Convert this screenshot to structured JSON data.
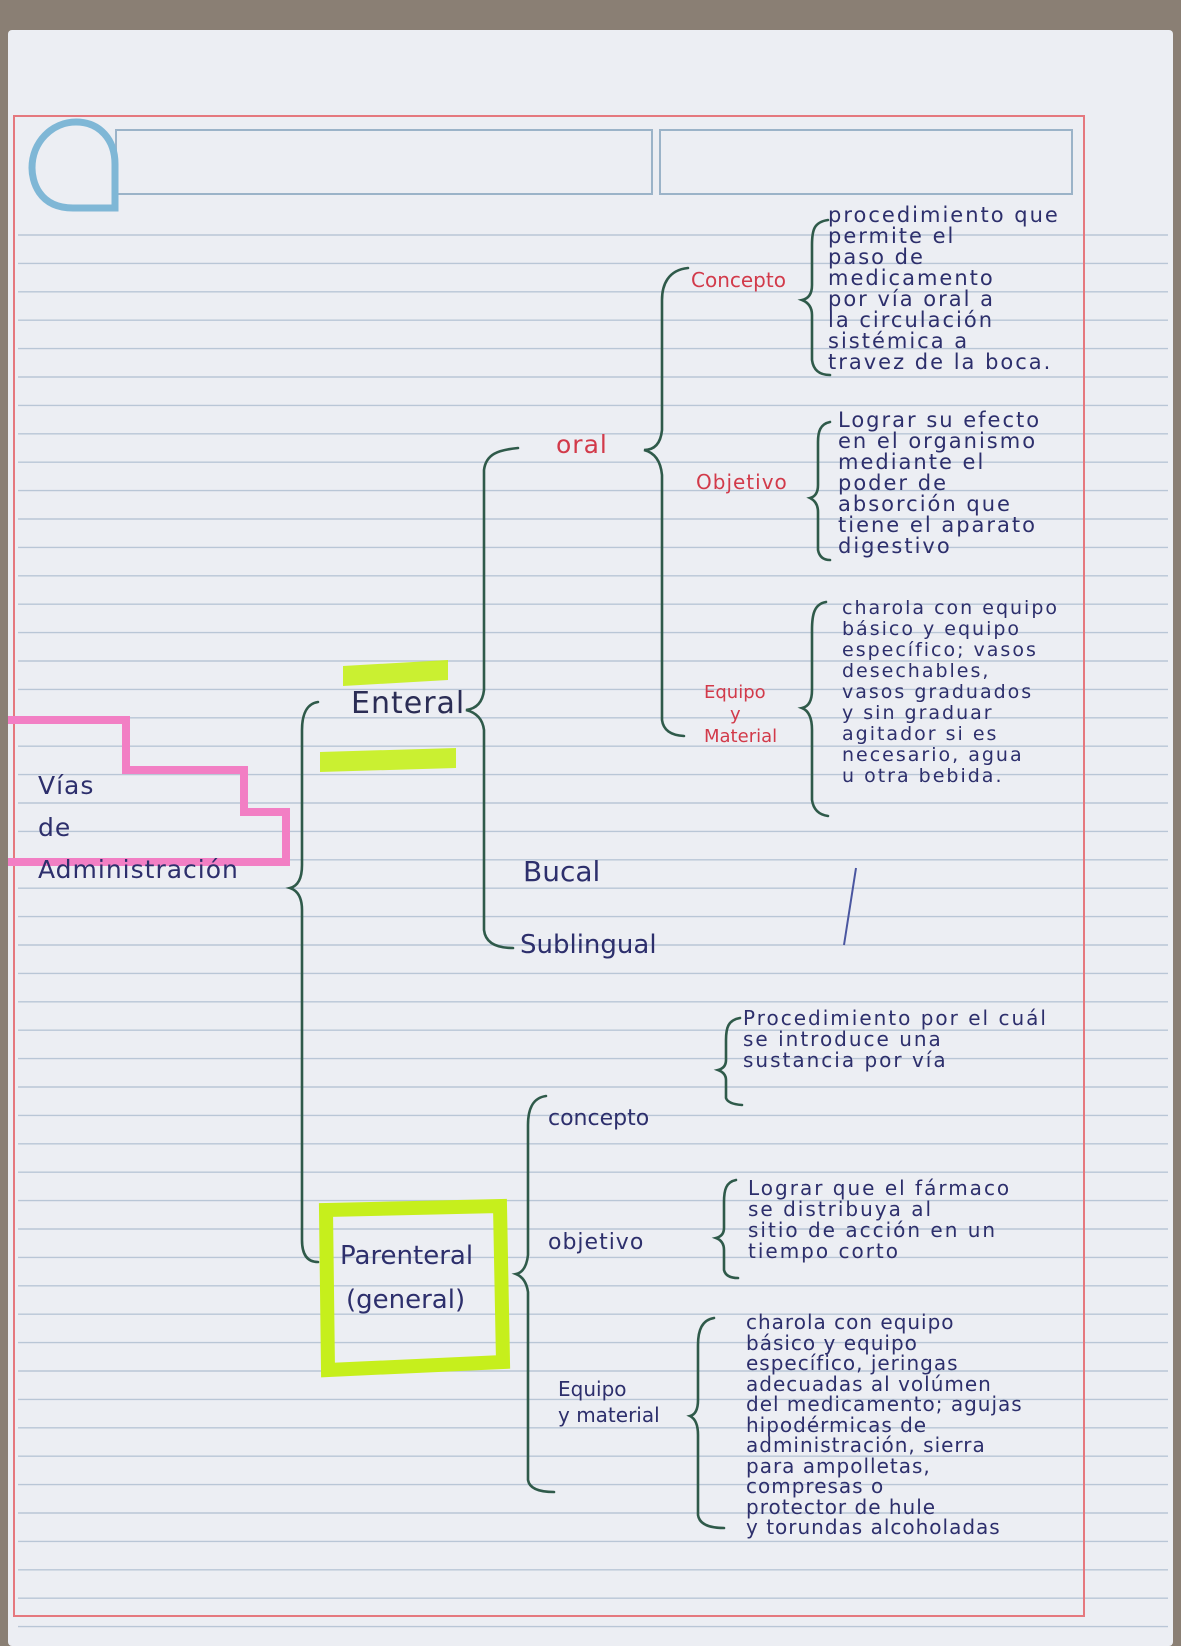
{
  "root": {
    "line1": "Vías",
    "line2": "de",
    "line3": "Administración"
  },
  "enteral": {
    "label": "Enteral",
    "oral": {
      "label": "oral",
      "concepto": {
        "label": "Concepto",
        "text": [
          "procedimiento que",
          "permite el",
          "paso de",
          "medicamento",
          "por vía oral a",
          "la circulación",
          "sistémica a",
          "travez de la boca."
        ]
      },
      "objetivo": {
        "label": "Objetivo",
        "text": [
          "Lograr su efecto",
          "en el organismo",
          "mediante el",
          "poder de",
          "absorción que",
          "tiene el aparato",
          "digestivo"
        ]
      },
      "equipo": {
        "label1": "Equipo",
        "label2": "y",
        "label3": "Material",
        "text": [
          "charola con equipo",
          "básico y equipo",
          "específico; vasos",
          "desechables,",
          "vasos graduados",
          "y sin graduar",
          "agitador si es",
          "necesario, agua",
          "u otra bebida."
        ]
      }
    },
    "bucal": "Bucal",
    "sublingual": "Sublingual"
  },
  "parenteral": {
    "label1": "Parenteral",
    "label2": "(general)",
    "concepto": {
      "label": "concepto",
      "text": [
        "Procedimiento por el cuál",
        "se introduce una",
        "sustancia por vía"
      ]
    },
    "objetivo": {
      "label": "objetivo",
      "text": [
        "Lograr que el fármaco",
        "se distribuya al",
        "sitio de acción en un",
        "tiempo corto"
      ]
    },
    "equipo": {
      "label1": "Equipo",
      "label2": "y material",
      "text": [
        "charola con equipo",
        "básico y equipo",
        "específico, jeringas",
        "adecuadas al volúmen",
        "del medicamento; agujas",
        "hipodérmicas de",
        "administración, sierra",
        "para ampolletas,",
        "compresas o",
        "protector de hule",
        "y torundas alcoholadas"
      ]
    }
  },
  "colors": {
    "ink": "#2d2f6c",
    "red": "#d23a4a",
    "bracket": "#2f5a4a",
    "highlight_green": "#c6ef1c",
    "highlight_pink": "#f27fc4",
    "margin": "#e5787e",
    "rule": "#b9c6d6"
  }
}
